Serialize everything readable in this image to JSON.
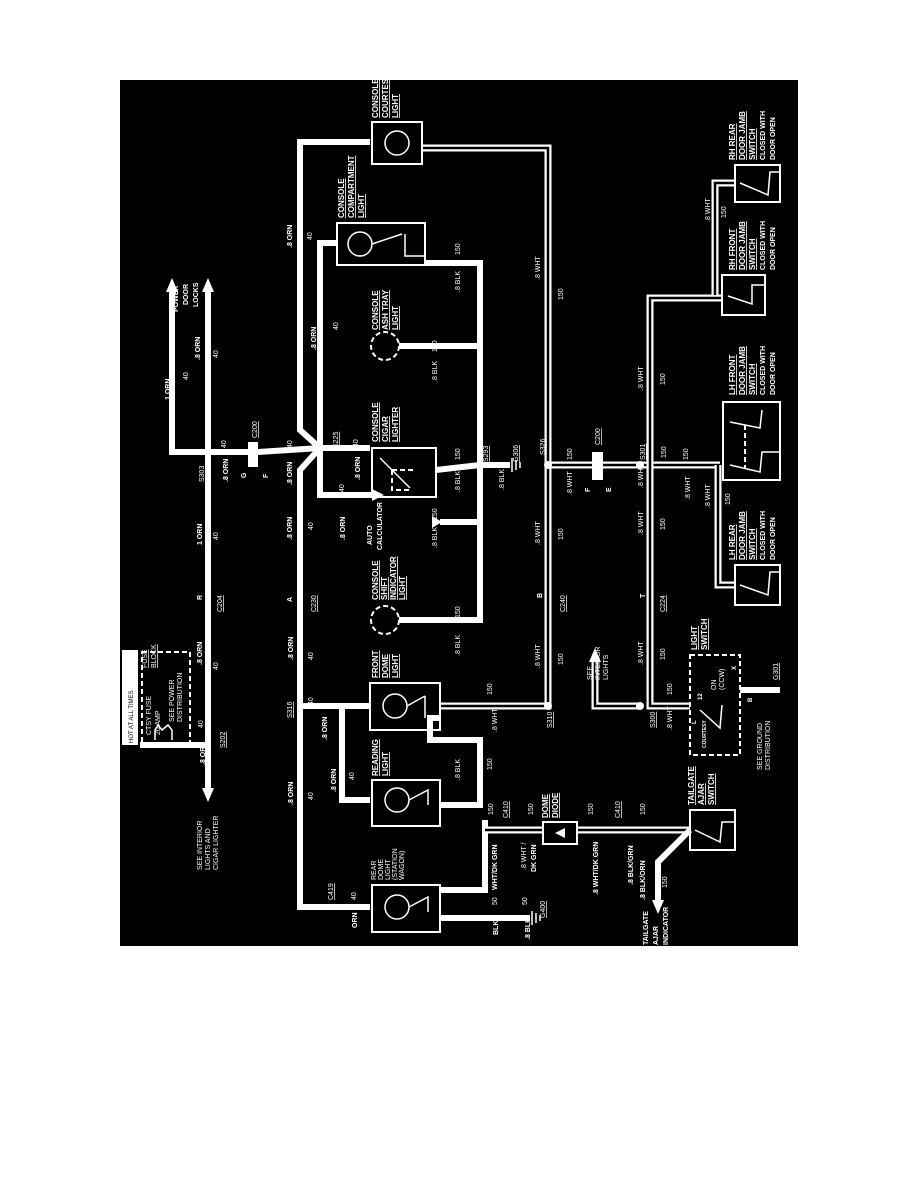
{
  "hot_at_all_times": "HOT AT ALL TIMES",
  "fuse_block": [
    "FUSE",
    "BLOCK"
  ],
  "ctsy_fuse": [
    "CTSY FUSE",
    "20 AMP"
  ],
  "see_power": [
    "SEE POWER",
    "DISTRIBUTION"
  ],
  "see_interior_cigar": [
    "SEE INTERIOR",
    "LIGHTS AND",
    "CIGAR LIGHTER"
  ],
  "power_door_locks": [
    "POWER",
    "DOOR",
    "LOCKS"
  ],
  "components": {
    "console_courtesy": [
      "CONSOLE",
      "COURTESY",
      "LIGHT"
    ],
    "console_compartment": [
      "CONSOLE",
      "COMPARTMENT",
      "LIGHT"
    ],
    "console_ash_tray": [
      "CONSOLE",
      "ASH TRAY",
      "LIGHT"
    ],
    "console_cigar": [
      "CONSOLE",
      "CIGAR",
      "LIGHTER"
    ],
    "auto_calculator": [
      "AUTO",
      "CALCULATOR"
    ],
    "console_shift": [
      "CONSOLE",
      "SHIFT",
      "INDICATOR",
      "LIGHT"
    ],
    "front_dome": [
      "FRONT",
      "DOME",
      "LIGHT"
    ],
    "reading": [
      "READING",
      "LIGHT"
    ],
    "rear_dome": [
      "REAR",
      "DOME",
      "LIGHT",
      "(STATION",
      "WAGON)"
    ],
    "dome_diode": [
      "DOME",
      "DIODE"
    ],
    "tailgate_switch": [
      "TAILGATE",
      "AJAR",
      "SWITCH"
    ],
    "tailgate_indicator": [
      "TAILGATE",
      "AJAR",
      "INDICATOR"
    ],
    "light_switch": [
      "LIGHT",
      "SWITCH"
    ],
    "light_switch_on": [
      "ON",
      "(CCW)"
    ],
    "light_switch_courtesy": "COURTESY",
    "see_ground": [
      "SEE GROUND",
      "DISTRIBUTION"
    ],
    "see_interior": [
      "SEE",
      "INTERIOR",
      "LIGHTS"
    ],
    "rh_rear": [
      "RH REAR",
      "DOOR JAMB",
      "SWITCH",
      "CLOSED WITH",
      "DOOR OPEN"
    ],
    "rh_front": [
      "RH FRONT",
      "DOOR JAMB",
      "SWITCH",
      "CLOSED WITH",
      "DOOR OPEN"
    ],
    "lh_front": [
      "LH FRONT",
      "DOOR JAMB",
      "SWITCH",
      "CLOSED WITH",
      "DOOR OPEN"
    ],
    "lh_rear": [
      "LH REAR",
      "DOOR JAMB",
      "SWITCH",
      "CLOSED WITH",
      "DOOR OPEN"
    ]
  },
  "splices": {
    "s202": "S202",
    "s303": "S303",
    "s225": "S225",
    "s293": "S293",
    "s316": "S316",
    "s310": "S310",
    "s300": "S300",
    "s301": "S301",
    "s326": "S326",
    "c200a": "C200",
    "c200b": "C200",
    "c204": "C204",
    "c230": "C230",
    "c240": "C240",
    "c224": "C224",
    "c410a": "C410",
    "c410b": "C410",
    "c419": "C419",
    "g306": "G306",
    "g301": "G301",
    "g400": "G400"
  },
  "wires": {
    "orn08": ".8 ORN",
    "orn1": "1 ORN",
    "ckt40": "40",
    "ckt150": "150",
    "ckt50": "50",
    "blk08": ".8 BLK",
    "wht08": ".8 WHT",
    "blk": "BLK",
    "orn": "ORN",
    "wht_dkgrn": "WHT/DK GRN",
    "wht_dkgrn08": ".8 WHT/DK GRN",
    "wht08slash": ".8 WHT /",
    "dkgrn": "DK GRN",
    "blk_grn": ".8 BLK/GRN",
    "blk_orn": ".8 BLK/ORN",
    "pin_r": "R",
    "pin_a": "A",
    "pin_b": "B",
    "pin_t": "T",
    "pin_f": "F",
    "pin_e": "E",
    "pin_g": "G",
    "pin_l": "L",
    "pin_x": "X",
    "pin_12": "12"
  }
}
